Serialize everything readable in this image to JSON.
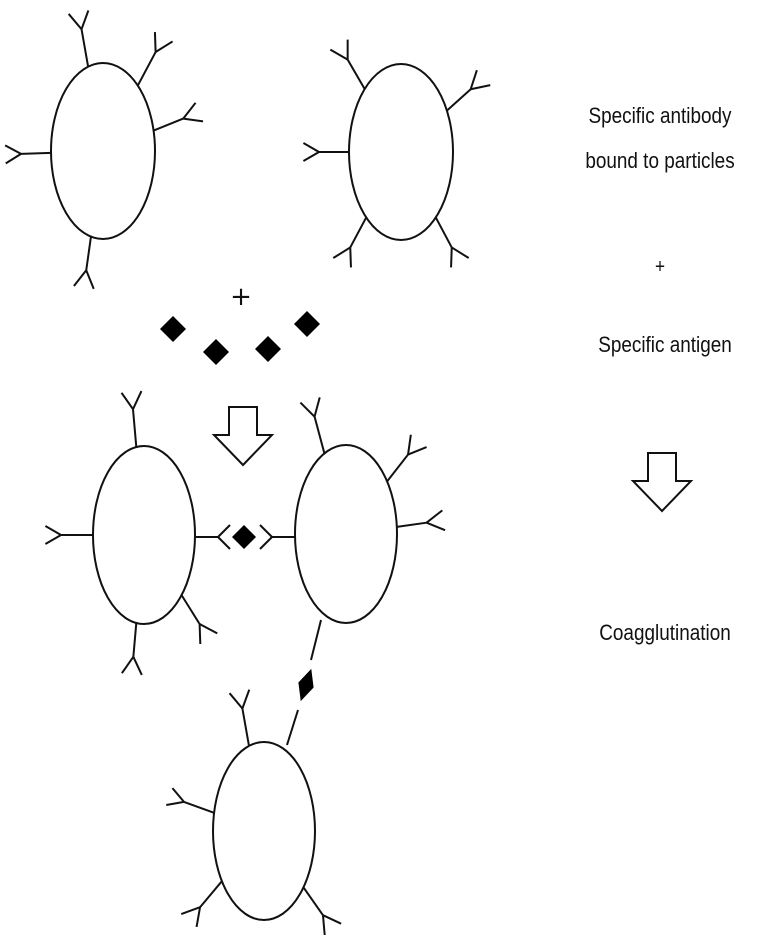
{
  "labels": {
    "line1": "Specific antibody",
    "line2": "bound to particles",
    "plus_right": "+",
    "antigen": "Specific antigen",
    "result": "Coagglutination"
  },
  "center_plus": "+",
  "colors": {
    "stroke": "#111111",
    "antigen_fill": "#000000",
    "arrow_fill": "#ffffff"
  },
  "icons": [
    "particle",
    "antibody-y",
    "antigen-diamond",
    "down-arrow"
  ]
}
